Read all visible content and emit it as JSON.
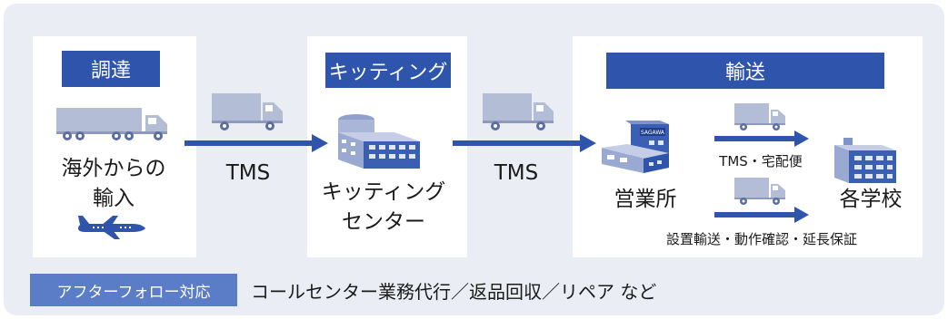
{
  "stages": {
    "procurement": {
      "title": "調達",
      "label_line1": "海外からの",
      "label_line2": "輸入"
    },
    "kitting": {
      "title": "キッティング",
      "label_line1": "キッティング",
      "label_line2": "センター"
    },
    "transport": {
      "title": "輸送",
      "origin": "営業所",
      "destination": "各学校",
      "route1_label": "TMS・宅配便",
      "route2_label": "設置輸送・動作確認・延長保証",
      "building_sign": "SAGAWA"
    }
  },
  "links": {
    "first": "TMS",
    "second": "TMS"
  },
  "footer": {
    "badge": "アフターフォロー対応",
    "text": "コールセンター業務代行／返品回収／リペア など"
  },
  "colors": {
    "frame": "#eaedf3",
    "header_blue": "#2e55ab",
    "arrow_blue": "#2e55ab",
    "truck_gray": "#b4bdd6",
    "badge_blue": "#5b7cc7"
  },
  "icons": [
    "trailer-truck-icon",
    "airplane-icon",
    "truck-icon",
    "kitting-center-building-icon",
    "sales-office-building-icon",
    "school-building-icon",
    "arrow-icon"
  ]
}
